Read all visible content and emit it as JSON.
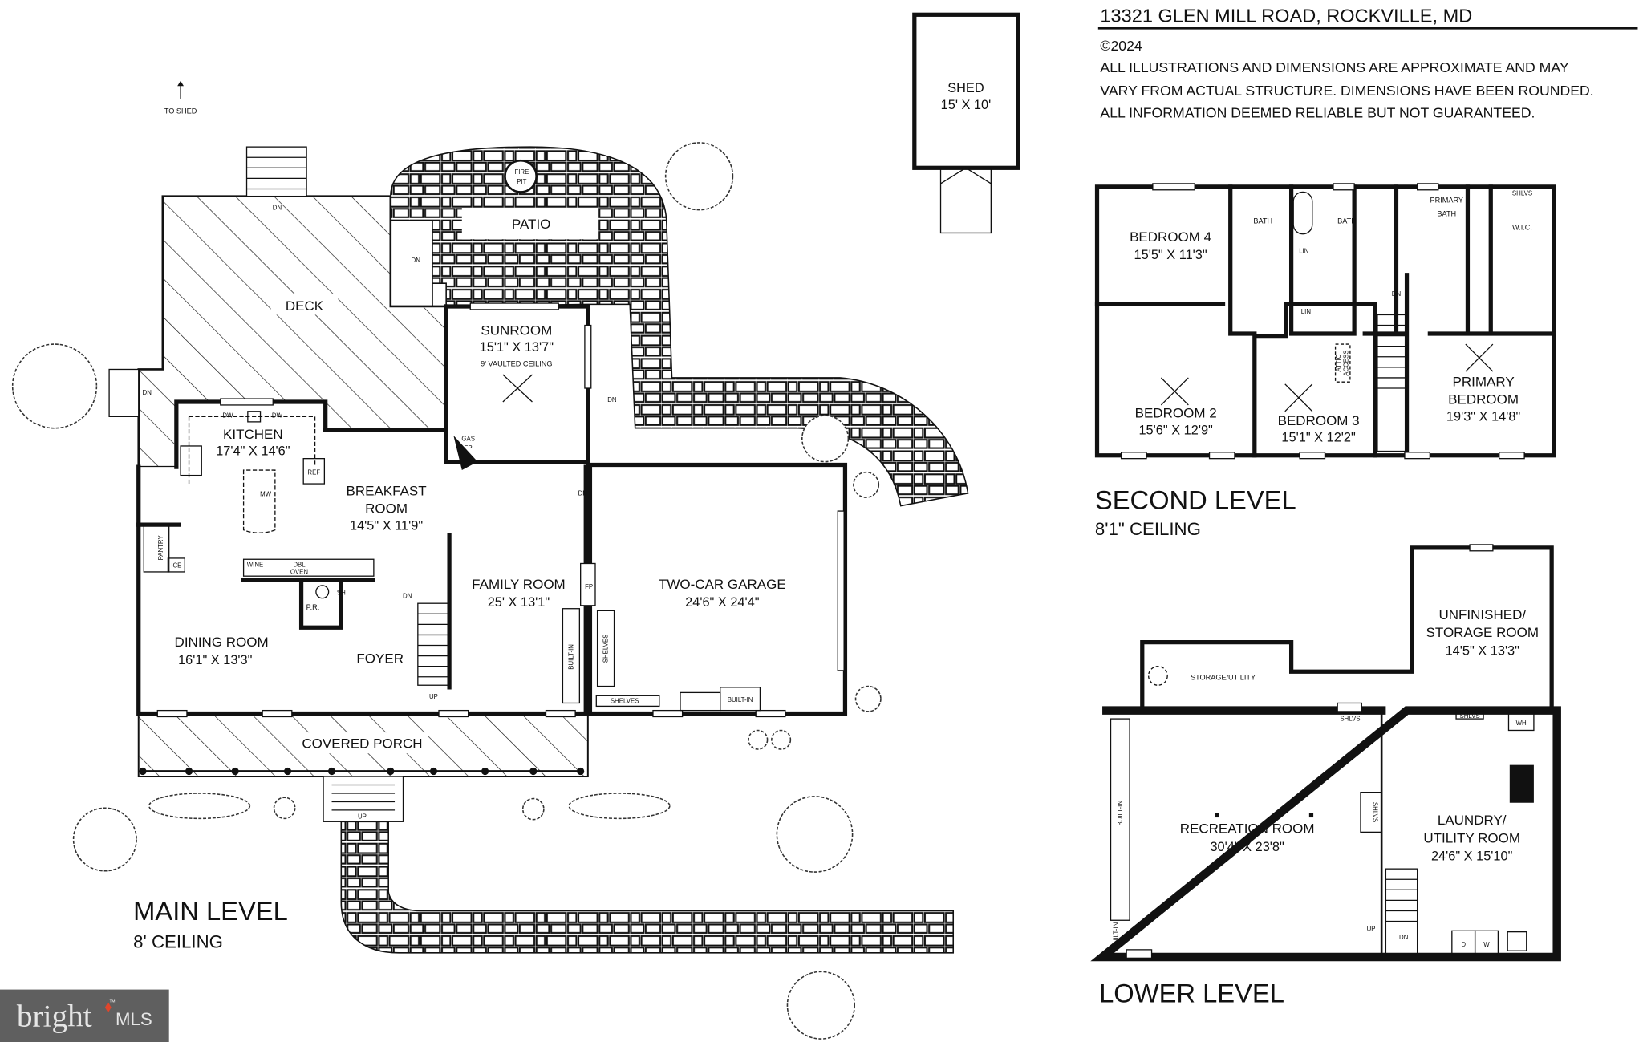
{
  "header": {
    "address": "13321 GLEN MILL ROAD, ROCKVILLE, MD",
    "copyright": "©2024",
    "disclaimer": [
      "ALL ILLUSTRATIONS AND DIMENSIONS ARE APPROXIMATE AND MAY",
      "VARY FROM ACTUAL STRUCTURE. DIMENSIONS HAVE BEEN ROUNDED.",
      "ALL INFORMATION DEEMED RELIABLE BUT NOT GUARANTEED."
    ]
  },
  "main_level": {
    "title": "MAIN LEVEL",
    "ceiling": "8' CEILING",
    "to_shed": "TO SHED",
    "rooms": {
      "deck": {
        "name": "DECK"
      },
      "patio": {
        "name": "PATIO"
      },
      "fire_pit": {
        "name": "FIRE PIT"
      },
      "sunroom": {
        "name": "SUNROOM",
        "dims": "15'1\" X 13'7\"",
        "note": "9' VAULTED CEILING"
      },
      "kitchen": {
        "name": "KITCHEN",
        "dims": "17'4\" X 14'6\""
      },
      "breakfast": {
        "name_1": "BREAKFAST",
        "name_2": "ROOM",
        "dims": "14'5\" X 11'9\""
      },
      "family": {
        "name": "FAMILY ROOM",
        "dims": "25' X 13'1\""
      },
      "garage": {
        "name": "TWO-CAR GARAGE",
        "dims": "24'6\" X 24'4\""
      },
      "dining": {
        "name": "DINING ROOM",
        "dims": "16'1\" X 13'3\""
      },
      "foyer": {
        "name": "FOYER"
      },
      "porch": {
        "name": "COVERED PORCH"
      },
      "shed": {
        "name": "SHED",
        "dims": "15' X 10'"
      }
    },
    "fixtures": {
      "dn": "DN",
      "up": "UP",
      "dw": "DW",
      "ref": "REF",
      "mw": "MW",
      "pantry": "PANTRY",
      "ice": "ICE",
      "wine": "WINE",
      "dbl": "DBL",
      "oven": "OVEN",
      "pr": "P.R.",
      "sh": "SH",
      "gas": "GAS",
      "fp": "FP",
      "built_in": "BUILT-IN",
      "shelves": "SHELVES"
    }
  },
  "second_level": {
    "title": "SECOND LEVEL",
    "ceiling": "8'1\" CEILING",
    "rooms": {
      "bedroom4": {
        "name": "BEDROOM 4",
        "dims": "15'5\" X 11'3\""
      },
      "bath": "BATH",
      "primary_bath": {
        "name_1": "PRIMARY",
        "name_2": "BATH"
      },
      "wic": "W.I.C.",
      "shlvs": "SHLVS",
      "lin": "LIN",
      "attic_1": "ATTIC",
      "attic_2": "ACCESS",
      "dn": "DN",
      "bedroom2": {
        "name": "BEDROOM 2",
        "dims": "15'6\" X 12'9\""
      },
      "bedroom3": {
        "name": "BEDROOM 3",
        "dims": "15'1\" X 12'2\""
      },
      "primary": {
        "name_1": "PRIMARY",
        "name_2": "BEDROOM",
        "dims": "19'3\" X 14'8\""
      }
    }
  },
  "lower_level": {
    "title": "LOWER LEVEL",
    "rooms": {
      "storage_utility": {
        "name": "STORAGE/UTILITY"
      },
      "unfinished": {
        "name_1": "UNFINISHED/",
        "name_2": "STORAGE ROOM",
        "dims": "14'5\" X 13'3\""
      },
      "recreation": {
        "name": "RECREATION ROOM",
        "dims": "30'4\" X 23'8\""
      },
      "laundry": {
        "name_1": "LAUNDRY/",
        "name_2": "UTILITY ROOM",
        "dims": "24'6\" X 15'10\""
      }
    },
    "fixtures": {
      "shlvs": "SHLVS",
      "wh": "WH",
      "built_in": "BUILT-IN",
      "up": "UP",
      "dn": "DN",
      "d": "D",
      "w": "W"
    }
  },
  "logo": {
    "brand": "bright",
    "suffix": "MLS",
    "tm": "™"
  },
  "colors": {
    "ink": "#111111",
    "logo_bg": "#5f5f5f",
    "logo_text": "#e6e6e6",
    "logo_accent": "#e0452b"
  }
}
